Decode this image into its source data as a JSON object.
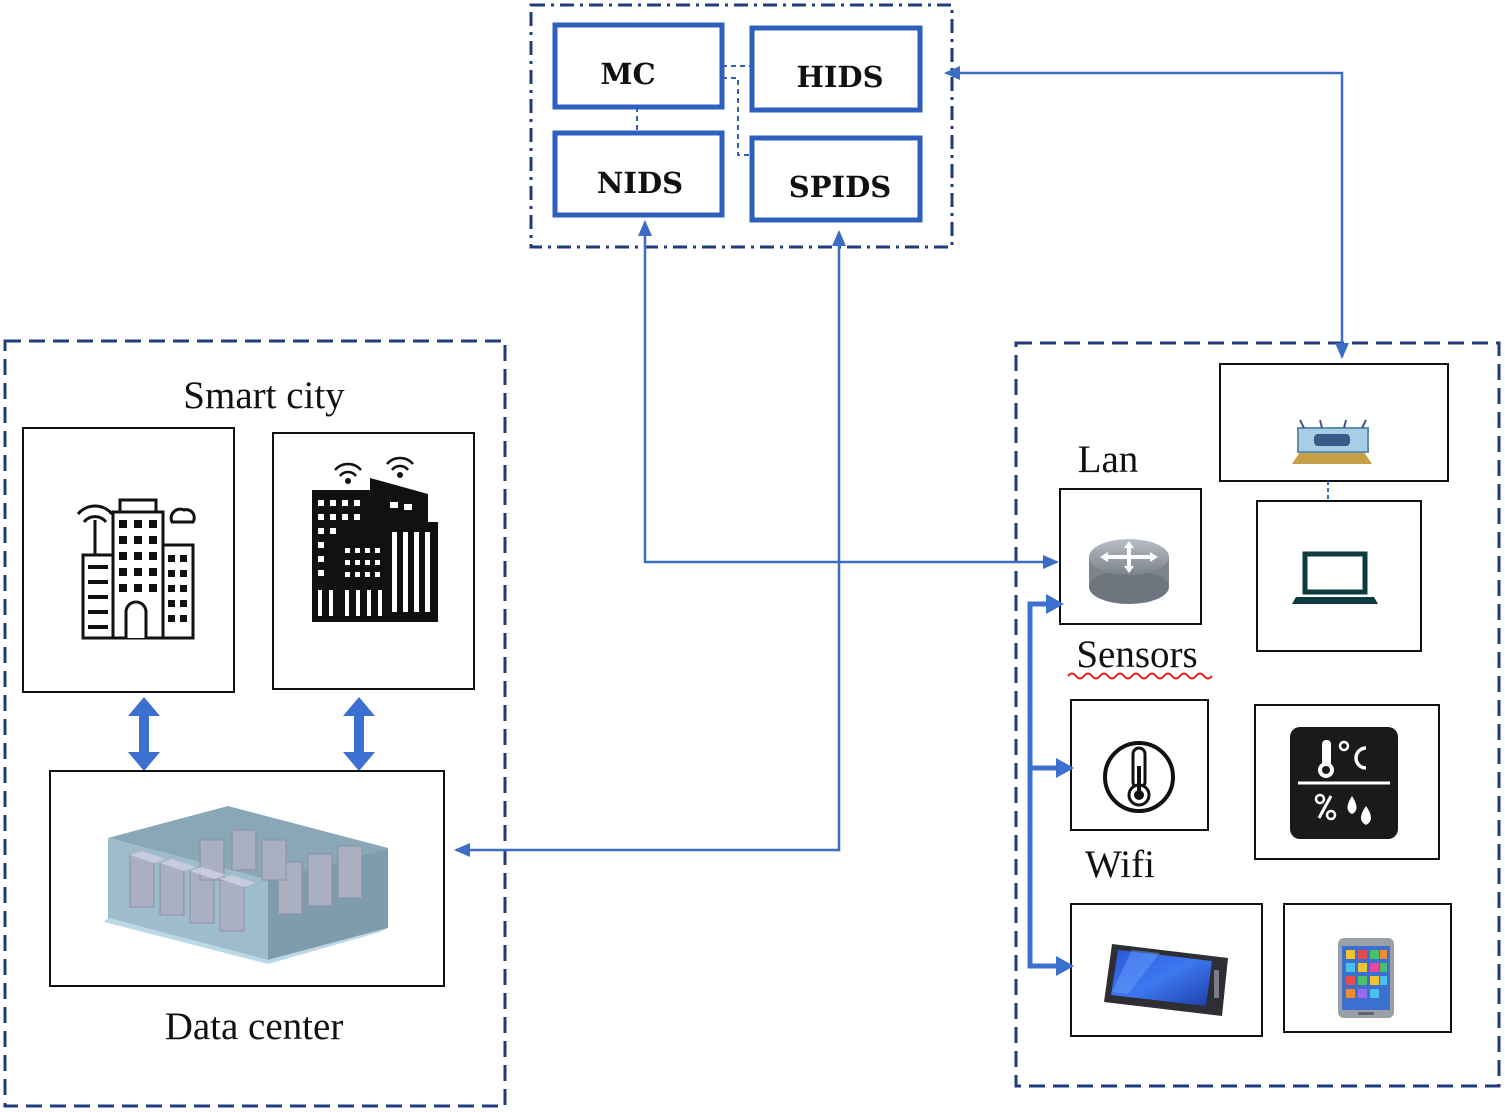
{
  "colors": {
    "frame": "#1f3d7a",
    "ids_box": "#2e5fbf",
    "arrow": "#3d6cc4",
    "arrow_thick": "#3b6fd0",
    "black": "#111111",
    "underline": "#e02020"
  },
  "ids_cluster": {
    "mc": "MC",
    "hids": "HIDS",
    "nids": "NIDS",
    "spids": "SPIDS"
  },
  "smart_city": {
    "title": "Smart city",
    "data_center": "Data center",
    "icons": [
      "smart-building-icon",
      "city-skyline-icon",
      "server-room-icon"
    ]
  },
  "network": {
    "lan": "Lan",
    "sensors": "Sensors",
    "wifi": "Wifi",
    "icons": [
      "wireless-router-icon",
      "network-router-icon",
      "laptop-icon",
      "thermometer-sensor-icon",
      "temperature-humidity-sensor-icon",
      "tablet-icon",
      "smartphone-icon"
    ]
  }
}
